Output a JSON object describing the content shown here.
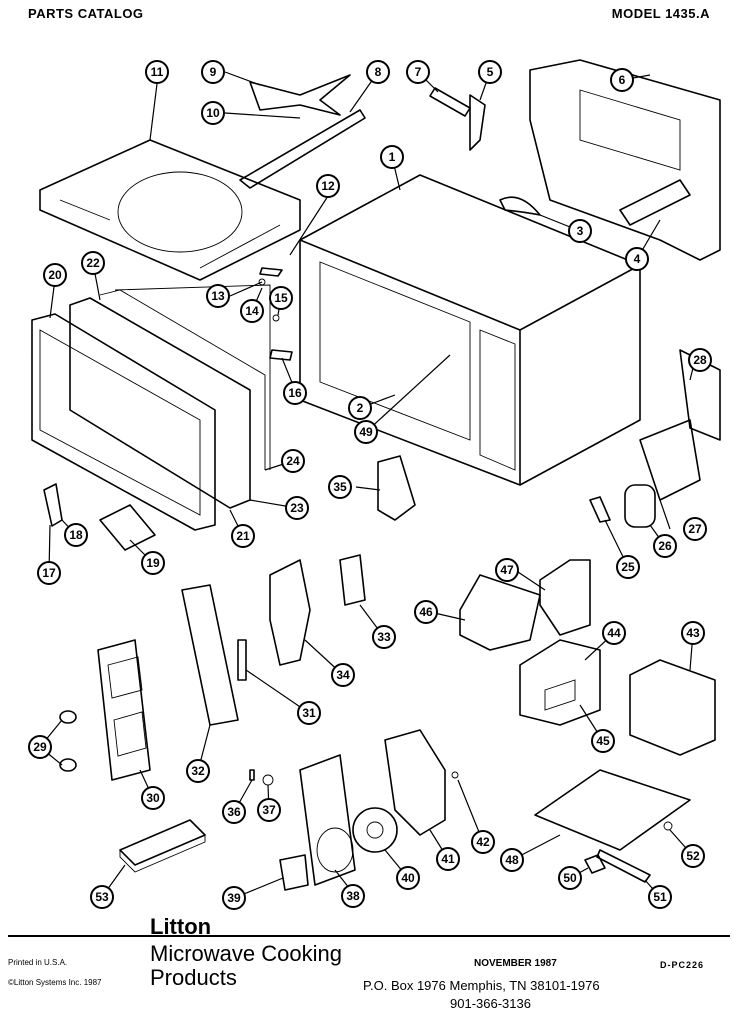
{
  "header": {
    "left": "PARTS CATALOG",
    "right": "MODEL 1435.A"
  },
  "footer": {
    "brand": "Litton",
    "product_line_1": "Microwave Cooking",
    "product_line_2": "Products",
    "printed": "Printed in U.S.A.",
    "copyright": "©Litton Systems Inc. 1987",
    "date": "NOVEMBER 1987",
    "doc_code": "D-PC226",
    "address": "P.O. Box 1976 Memphis, TN 38101-1976",
    "phone": "901-366-3136"
  },
  "callouts": [
    "1",
    "2",
    "3",
    "4",
    "5",
    "6",
    "7",
    "8",
    "9",
    "10",
    "11",
    "12",
    "13",
    "14",
    "15",
    "16",
    "17",
    "18",
    "19",
    "20",
    "21",
    "22",
    "23",
    "24",
    "25",
    "26",
    "27",
    "28",
    "29",
    "30",
    "31",
    "32",
    "33",
    "34",
    "35",
    "36",
    "37",
    "38",
    "39",
    "40",
    "41",
    "42",
    "43",
    "44",
    "45",
    "46",
    "47",
    "48",
    "49",
    "50",
    "51",
    "52",
    "53"
  ]
}
